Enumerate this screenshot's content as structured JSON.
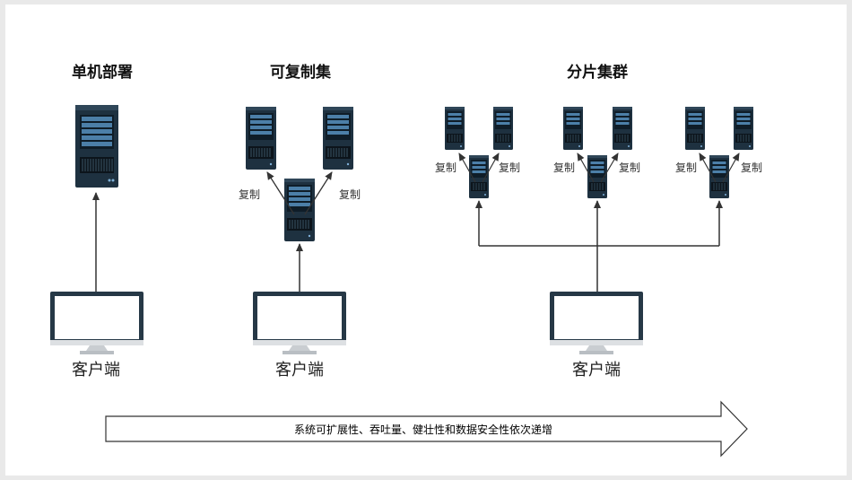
{
  "sections": {
    "single": {
      "title": "单机部署",
      "client_label": "客户端"
    },
    "replica": {
      "title": "可复制集",
      "client_label": "客户端",
      "replication_label": "复制"
    },
    "shard": {
      "title": "分片集群",
      "client_label": "客户端",
      "replication_label": "复制"
    }
  },
  "bottom_arrow": {
    "text": "系统可扩展性、吞吐量、健壮性和数据安全性依次递增"
  },
  "colors": {
    "server_body": "#1e3140",
    "server_panel": "#4c7fa8",
    "server_bars": "#0c141b",
    "monitor_frame": "#263846",
    "monitor_stand": "#c9cdd1",
    "line": "#333333"
  }
}
